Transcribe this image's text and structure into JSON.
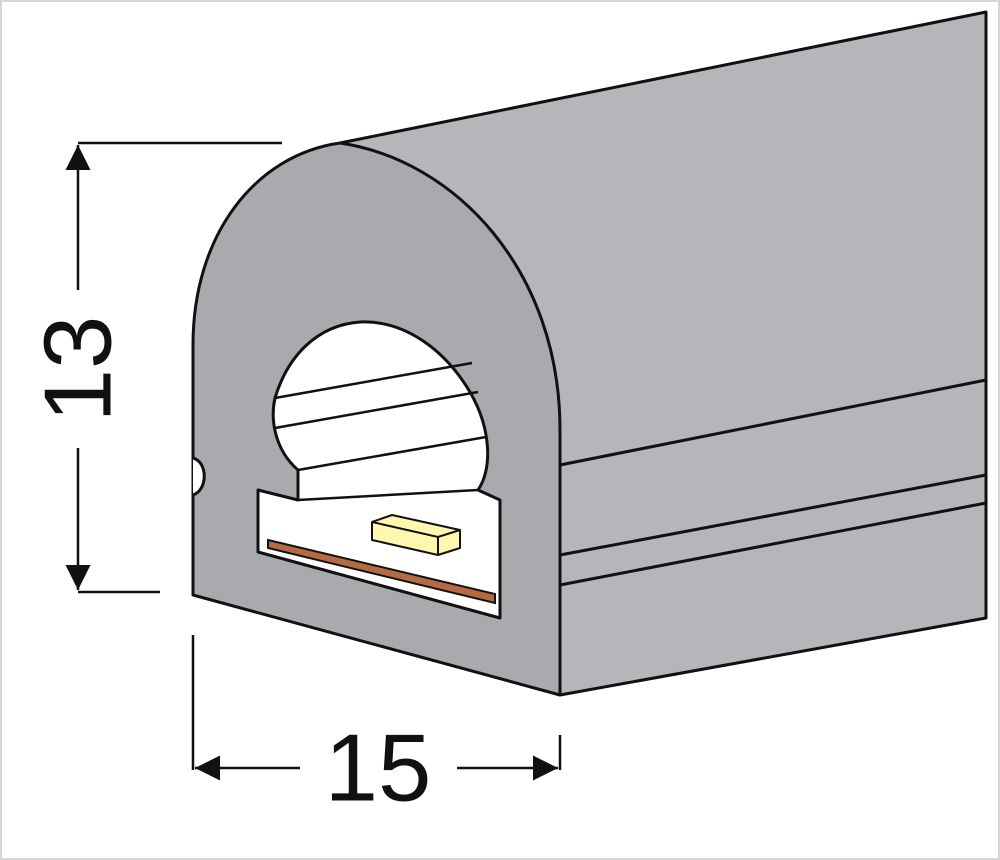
{
  "diagram": {
    "dimensions": {
      "height": {
        "label": "13"
      },
      "width": {
        "label": "15"
      }
    },
    "colors": {
      "frame_border": "#d6d6d6",
      "silicone_front": "#a9aaae",
      "silicone_side": "#b5b6ba",
      "silicone_top": "#b1b2b6",
      "cavity": "#ffffff",
      "outline": "#111111",
      "pcb": "#b56a44",
      "led": "#fff7b0"
    },
    "parts": [
      {
        "name": "silicone-housing"
      },
      {
        "name": "led-cavity"
      },
      {
        "name": "led-chip"
      },
      {
        "name": "pcb-strip"
      }
    ]
  }
}
